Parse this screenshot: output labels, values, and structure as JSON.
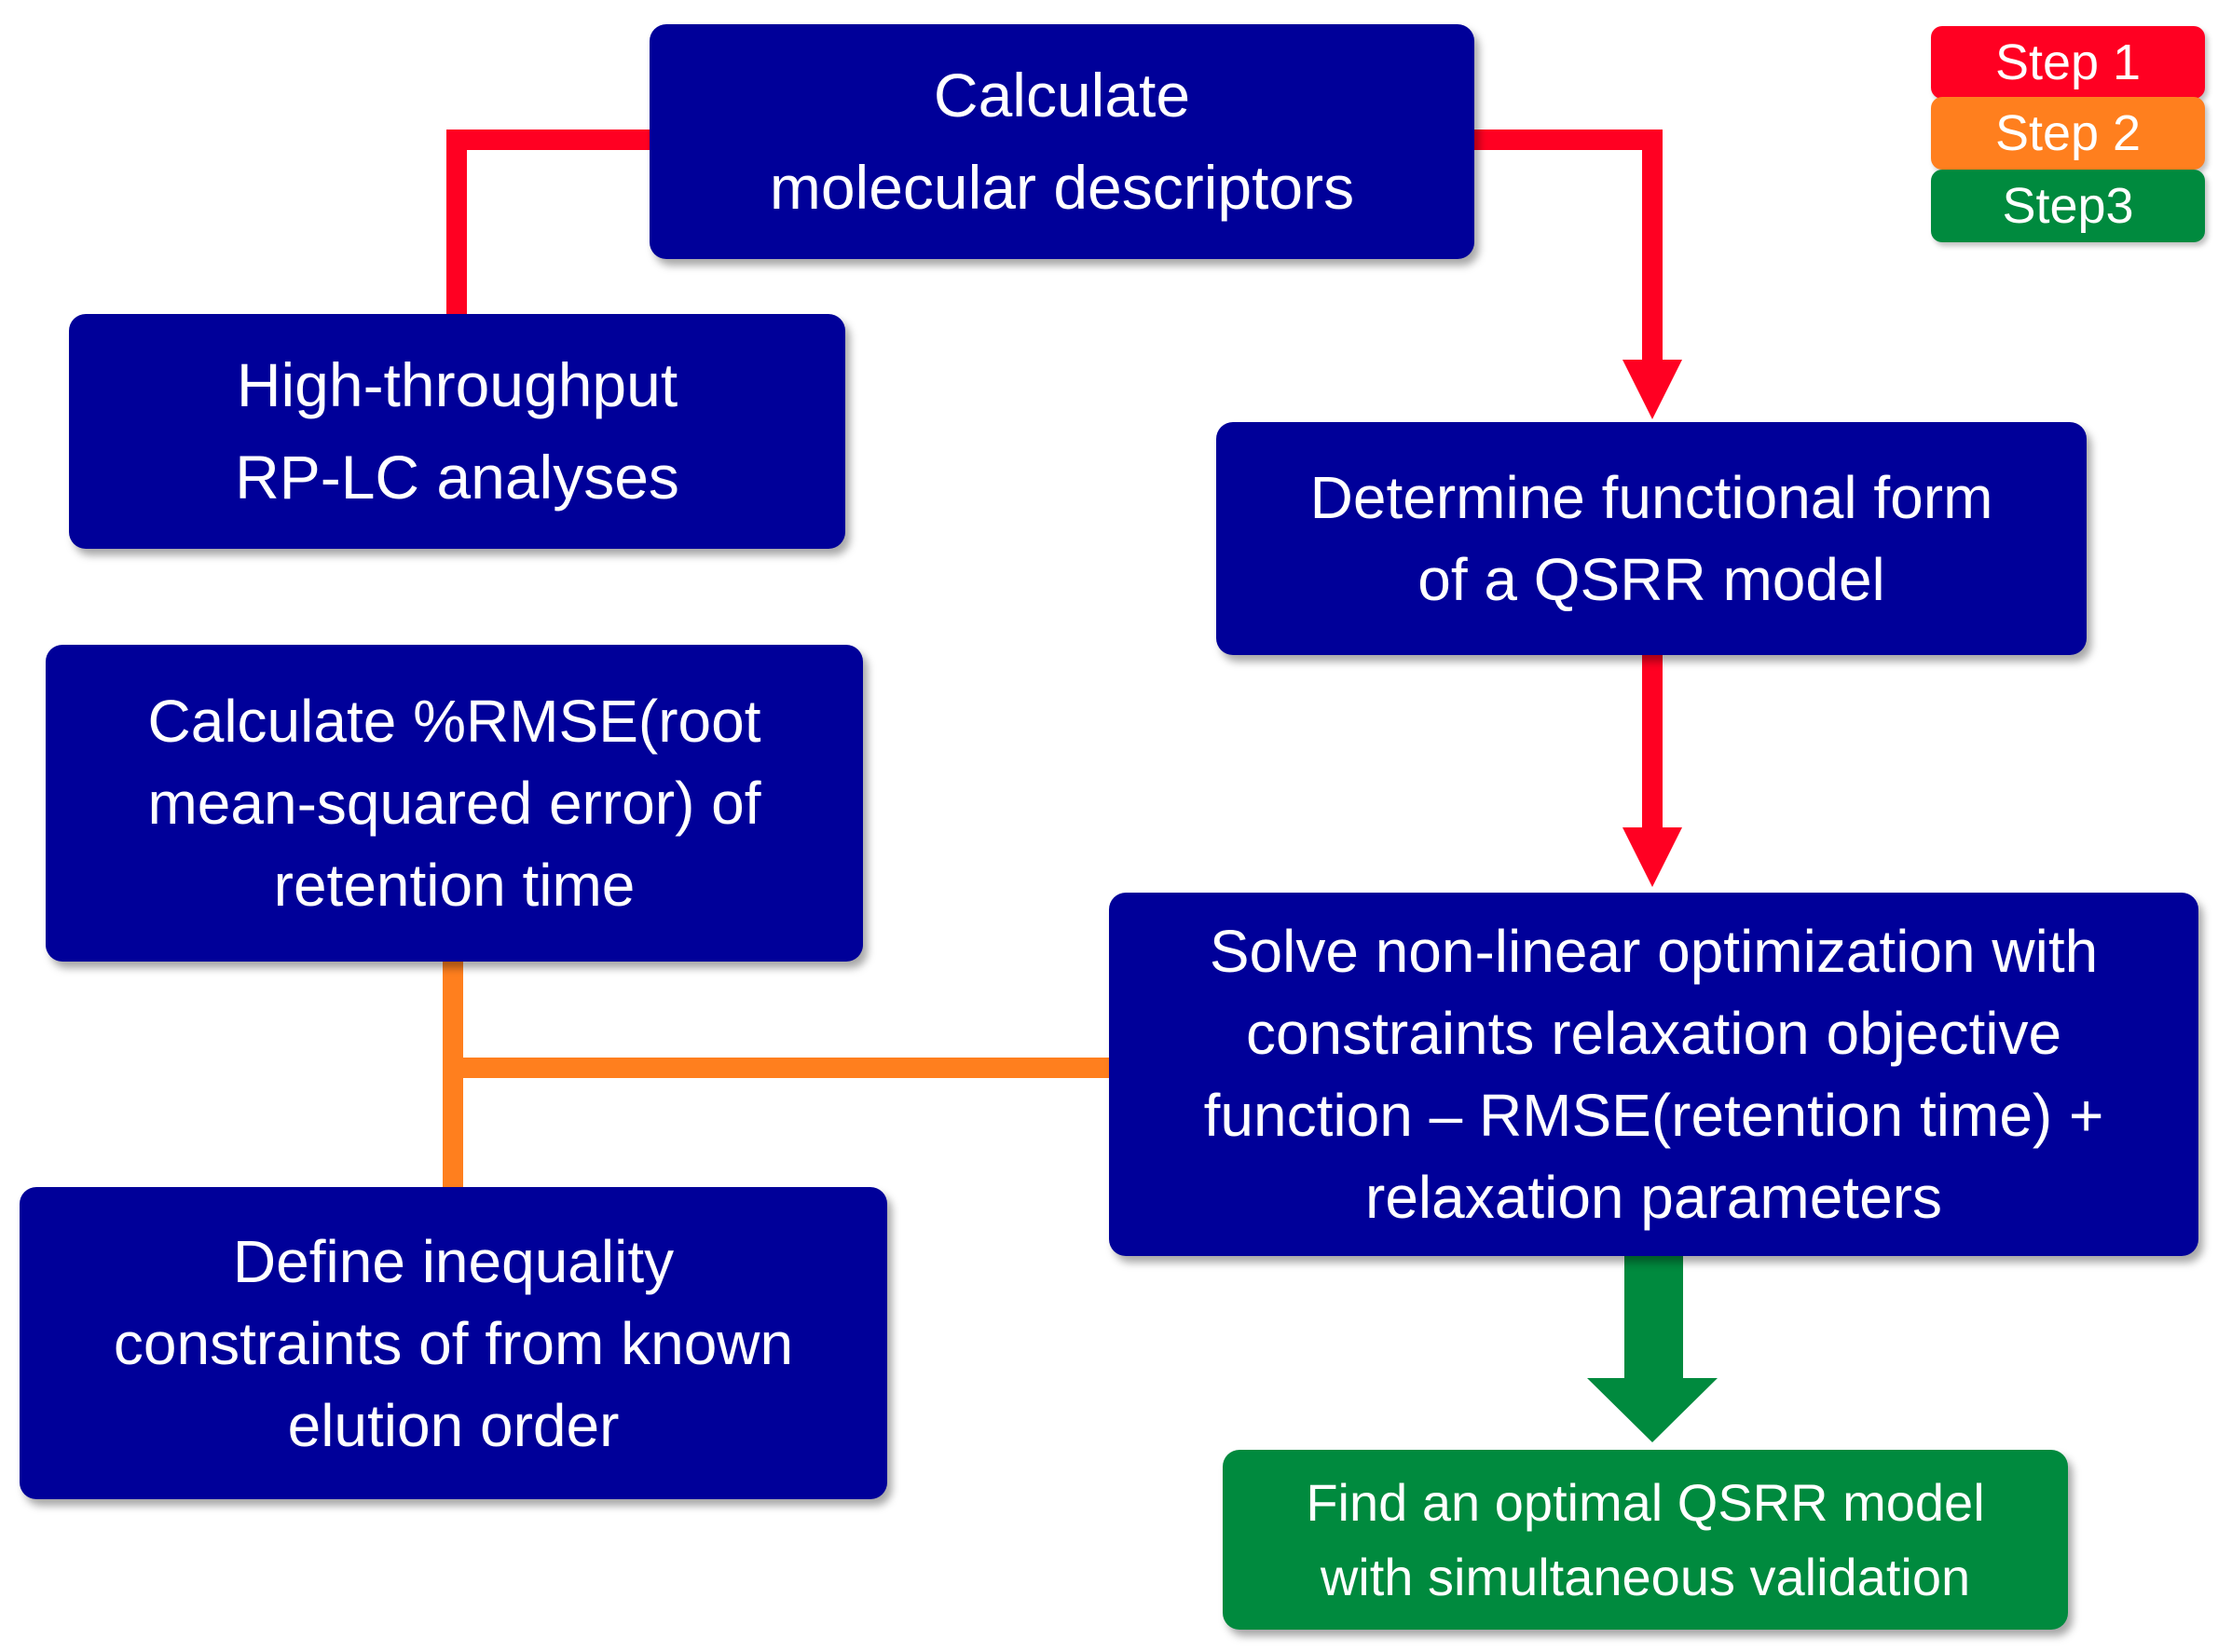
{
  "nodes": {
    "calc_descriptors": {
      "lines": [
        "Calculate",
        "molecular descriptors"
      ]
    },
    "high_throughput": {
      "lines": [
        "High-throughput",
        "RP-LC analyses"
      ]
    },
    "functional_form": {
      "lines": [
        "Determine functional form",
        "of a QSRR model"
      ]
    },
    "calc_rmse": {
      "lines": [
        "Calculate %RMSE(root",
        "mean-squared error) of",
        "retention time"
      ]
    },
    "solve_optimization": {
      "lines": [
        "Solve non-linear optimization with",
        "constraints relaxation objective",
        "function – RMSE(retention time) +",
        "relaxation parameters"
      ]
    },
    "define_constraints": {
      "lines": [
        "Define inequality",
        "constraints of from known",
        "elution order"
      ]
    },
    "optimal_model": {
      "lines": [
        "Find an optimal QSRR model",
        "with simultaneous validation"
      ]
    }
  },
  "legend": [
    {
      "label": "Step 1",
      "color": "#ff0022"
    },
    {
      "label": "Step 2",
      "color": "#ff7f1e"
    },
    {
      "label": "Step3",
      "color": "#008a3e"
    }
  ],
  "colors": {
    "box_blue": "#000099",
    "box_green": "#008a3e",
    "step1_red": "#ff0022",
    "step2_orange": "#ff7f1e",
    "step3_green": "#008a3e",
    "text": "#ffffff"
  }
}
